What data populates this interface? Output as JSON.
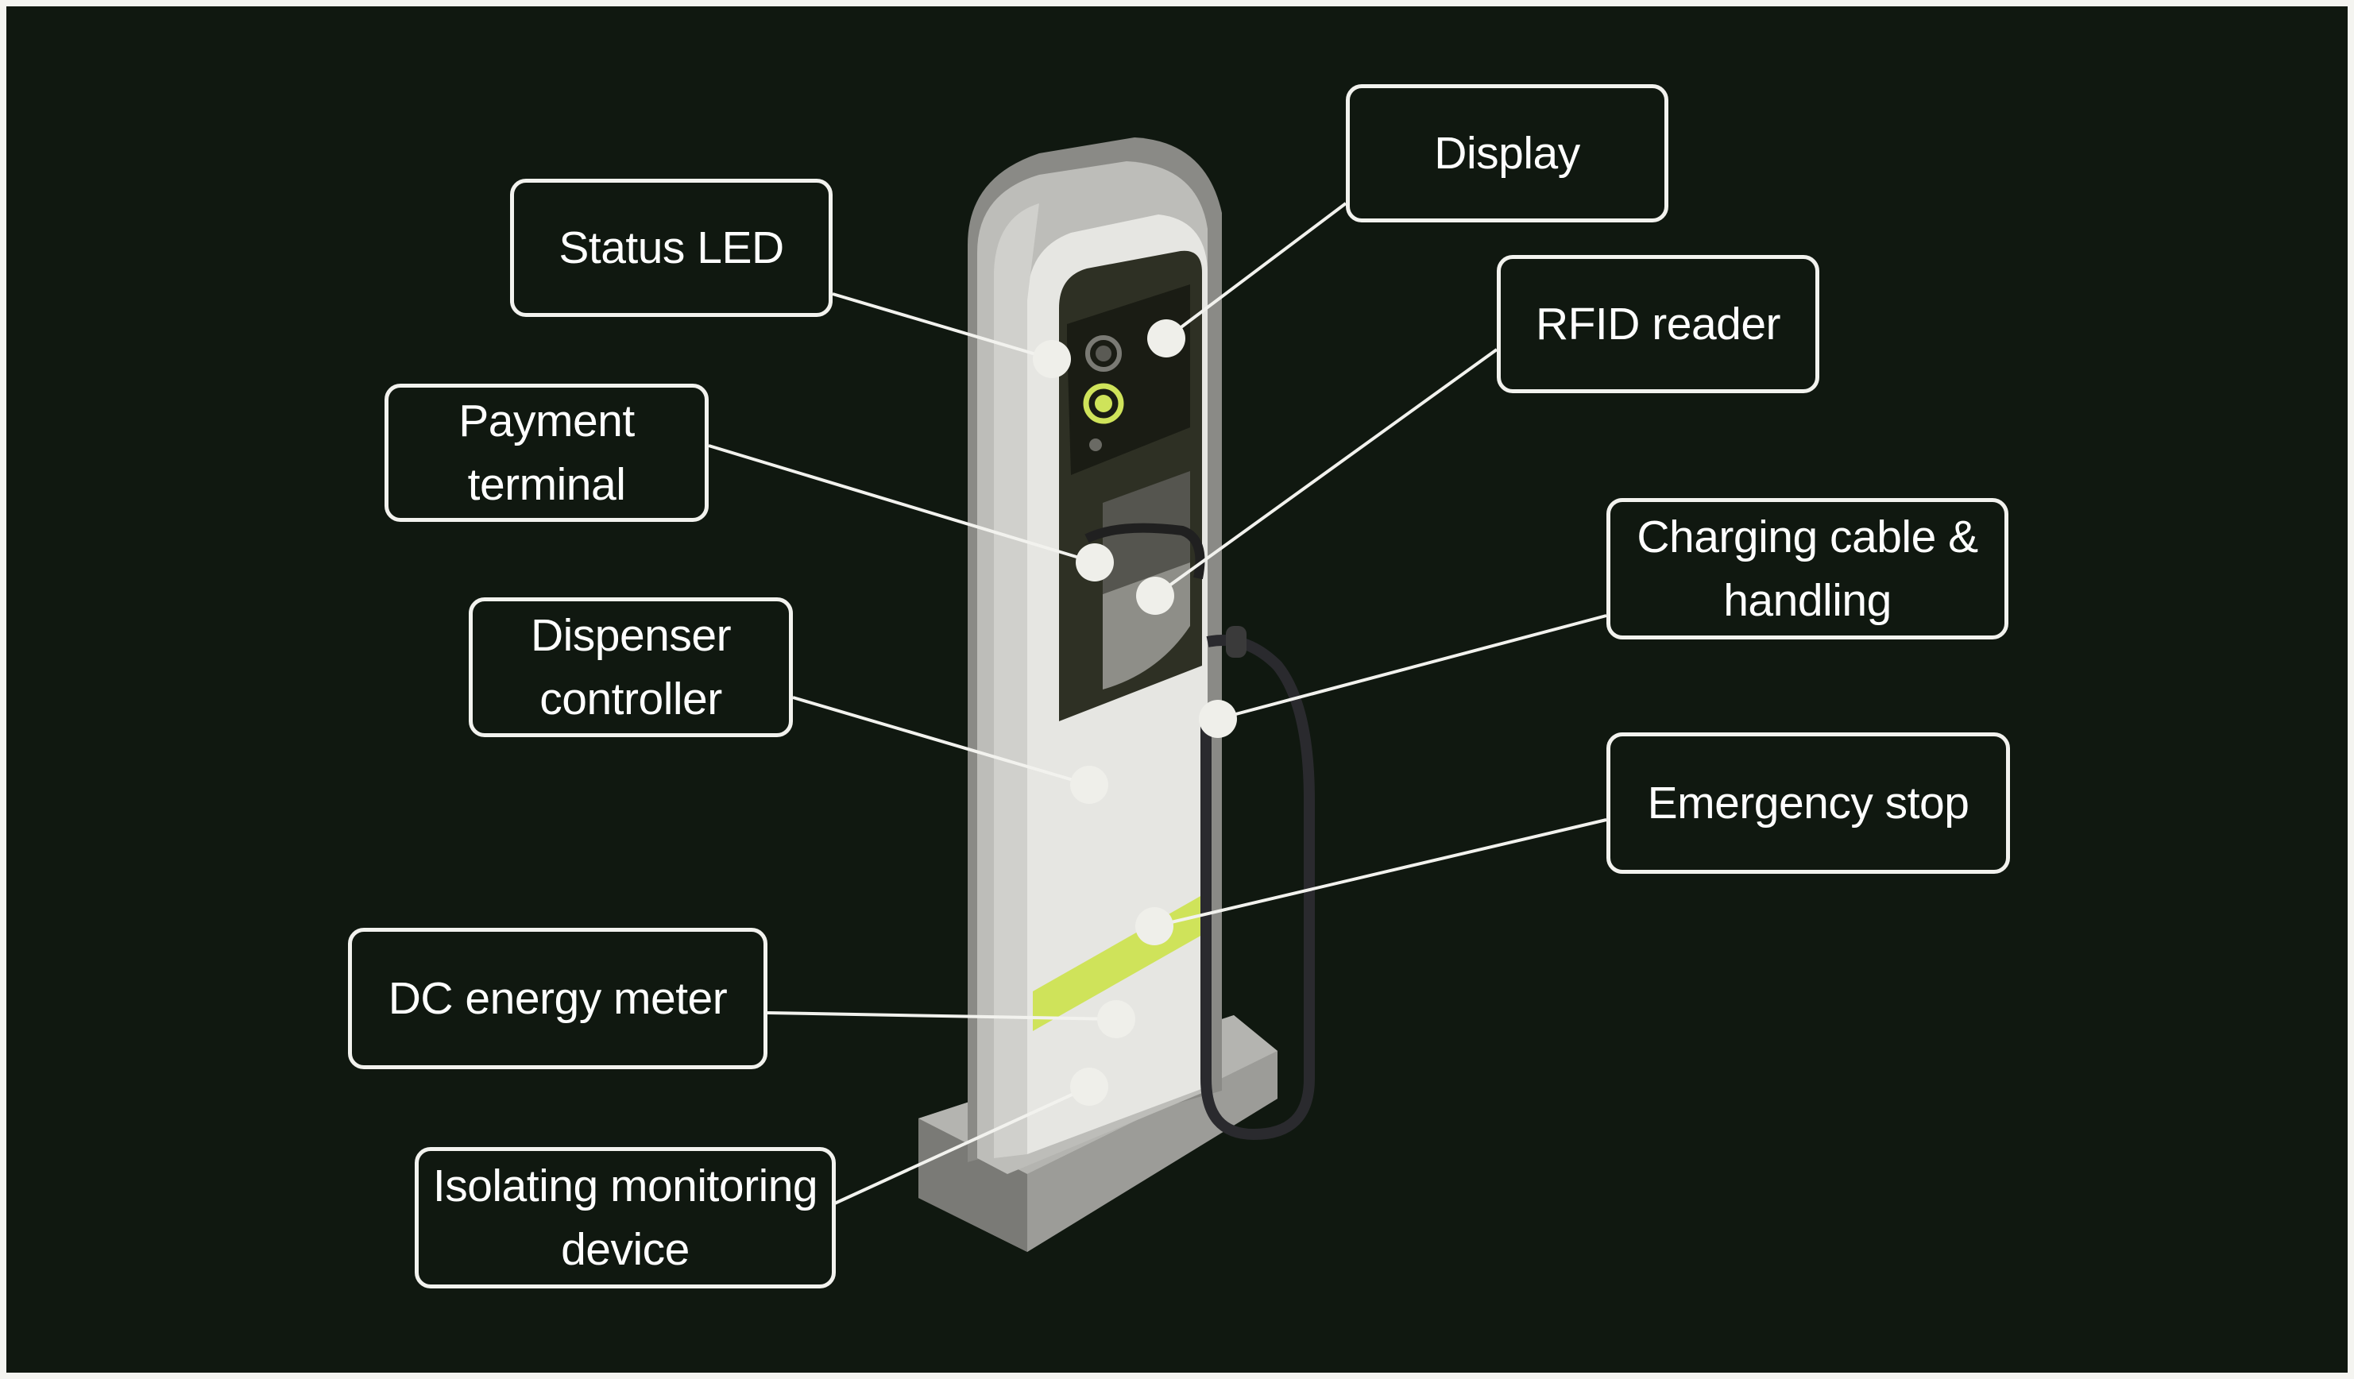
{
  "diagram": {
    "subject": "EV charging station",
    "colors": {
      "background": "#101810",
      "frame": "#f4f4f0",
      "accent": "#cfe35a",
      "callout_border": "#f2f2ee",
      "marker": "#efefea"
    },
    "labels": {
      "status_led": "Status LED",
      "display": "Display",
      "rfid_reader": "RFID reader",
      "payment_terminal": [
        "Payment",
        "terminal"
      ],
      "charging_cable": [
        "Charging cable &",
        "handling"
      ],
      "dispenser_controller": [
        "Dispenser",
        "controller"
      ],
      "emergency_stop": "Emergency stop",
      "dc_energy_meter": "DC energy meter",
      "isolating_monitoring": [
        "Isolating monitoring",
        "device"
      ]
    }
  }
}
